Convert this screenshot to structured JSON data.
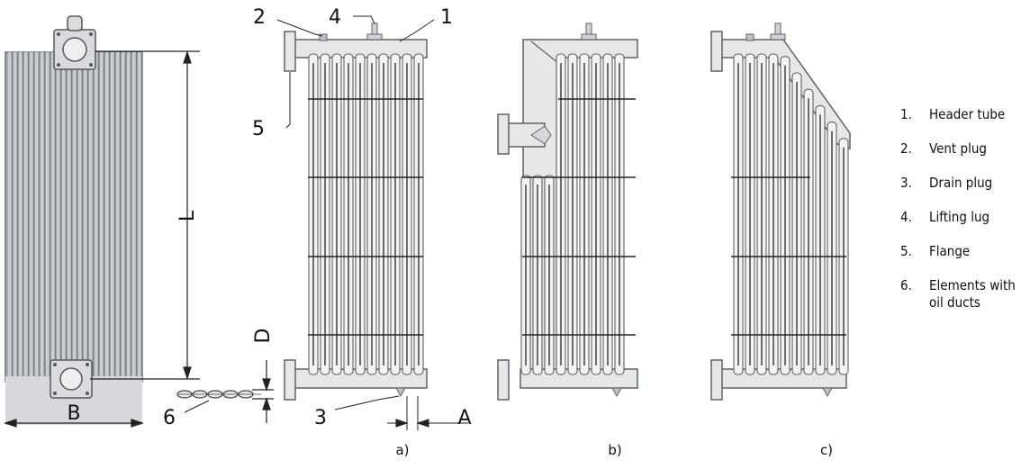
{
  "callouts": {
    "c1": "1",
    "c2": "2",
    "c3": "3",
    "c4": "4",
    "c5": "5",
    "c6": "6",
    "L": "L",
    "B": "B",
    "D": "D",
    "A": "A"
  },
  "sublabels": {
    "a": "a)",
    "b": "b)",
    "c": "c)"
  },
  "legend": [
    {
      "num": "1.",
      "text": "Header tube"
    },
    {
      "num": "2.",
      "text": "Vent plug"
    },
    {
      "num": "3.",
      "text": "Drain plug"
    },
    {
      "num": "4.",
      "text": "Lifting lug"
    },
    {
      "num": "5.",
      "text": "Flange"
    },
    {
      "num": "6.",
      "text": "Elements with oil ducts"
    }
  ],
  "colors": {
    "panel": "#e6e7e8",
    "outline": "#5f6266",
    "fin_dark": "#7b7f85",
    "fin_light": "#c9ccd0",
    "rib": "#232427"
  }
}
